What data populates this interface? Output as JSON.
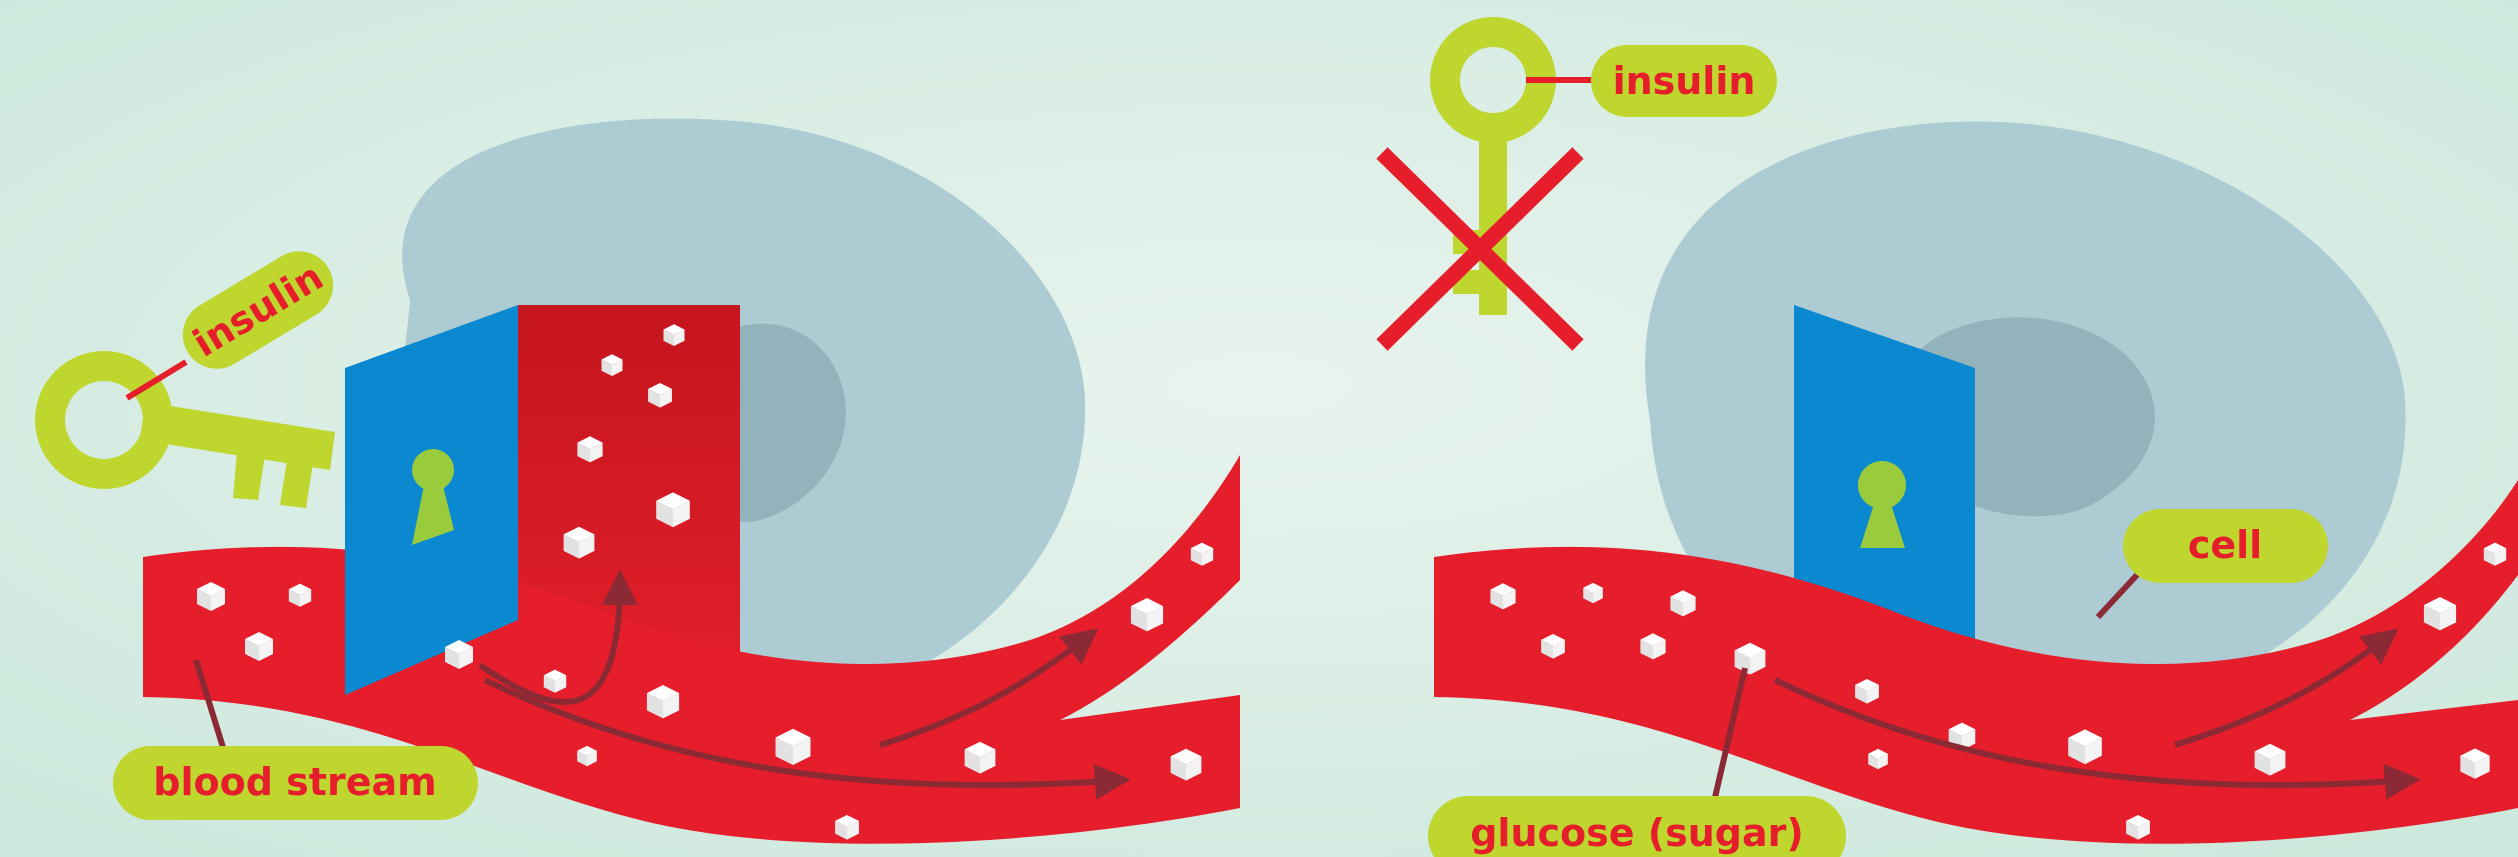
{
  "colors": {
    "background_center": "#e6f3ec",
    "background_edge": "#cfe9de",
    "cell": "#adcbd3",
    "nucleus": "#92b3bb",
    "blood": "#e61e2b",
    "door_blue": "#0a88d0",
    "door_open_red": "#c8161f",
    "label_pill": "#bfd62f",
    "label_text": "#e61e2b",
    "arrow": "#8b2a35",
    "leader_line": "#8b2a35",
    "glucose": "#ffffff",
    "cross": "#e61e2b"
  },
  "icons": {
    "key_left": "key-icon",
    "key_right": "key-icon",
    "cross": "cross-icon",
    "keyhole": "keyhole-icon",
    "sugar": "sugar-cube-icon"
  },
  "left_panel": {
    "insulin_label": "insulin",
    "blood_stream_label": "blood stream",
    "door_state": "open"
  },
  "right_panel": {
    "insulin_label": "insulin",
    "cell_label": "cell",
    "glucose_label": "glucose (sugar)",
    "door_state": "closed"
  }
}
